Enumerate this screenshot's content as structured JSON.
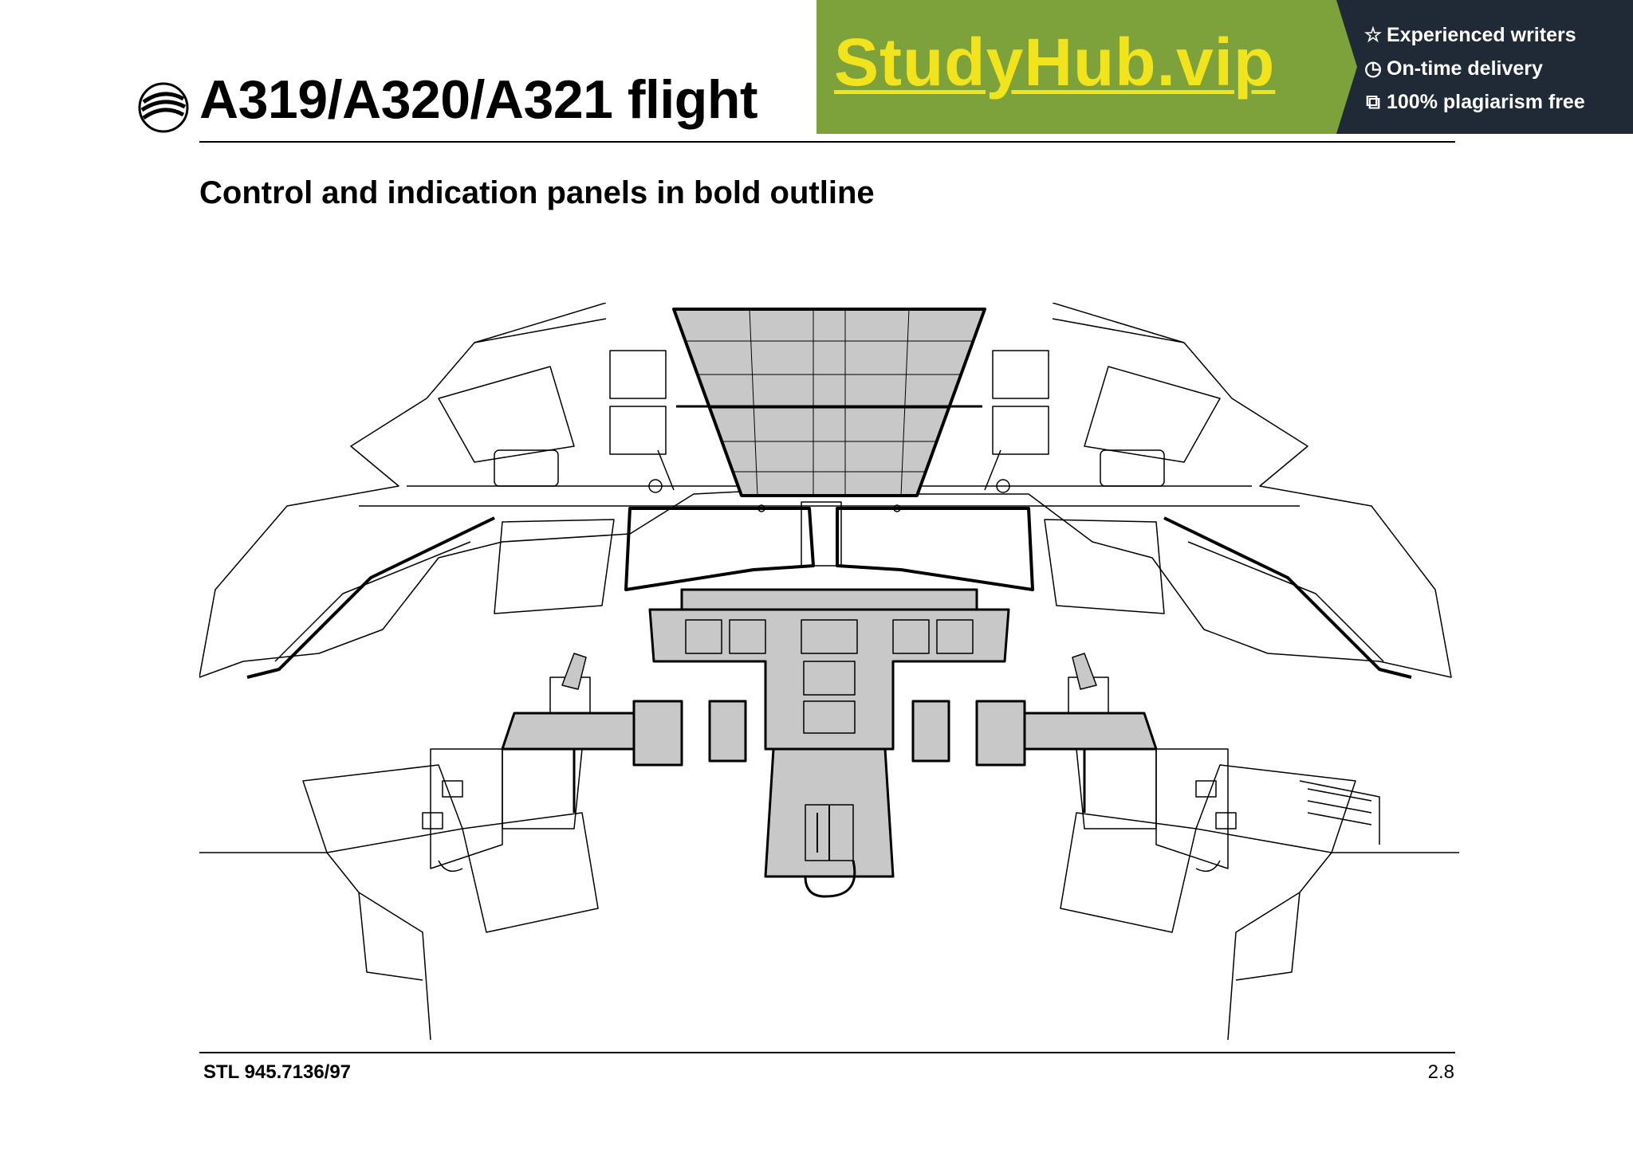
{
  "header": {
    "title": "A319/A320/A321 flight",
    "subtitle": "Control and indication panels in bold outline"
  },
  "banner": {
    "brand": "StudyHub.vip",
    "features": [
      {
        "icon": "star-icon",
        "label": "Experienced writers"
      },
      {
        "icon": "clock-icon",
        "label": "On-time delivery"
      },
      {
        "icon": "copy-icon",
        "label": "100% plagiarism free"
      }
    ],
    "colors": {
      "green": "#7da13b",
      "dark": "#1f2a36",
      "brand_text": "#f2e41c"
    }
  },
  "diagram": {
    "subject": "cockpit-line-drawing",
    "highlight_fill": "#c8c8c8"
  },
  "footer": {
    "doc_ref": "STL 945.7136/97",
    "page": "2.8"
  }
}
